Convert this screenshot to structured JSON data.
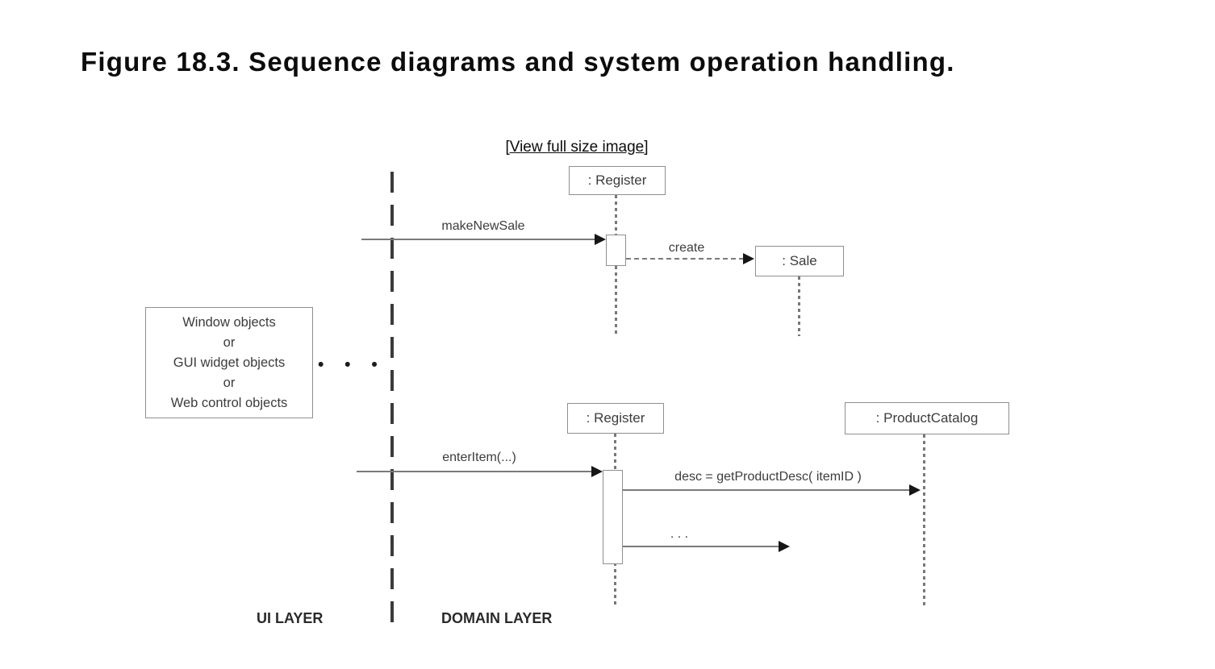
{
  "figure": {
    "title": "Figure 18.3. Sequence diagrams and system operation handling.",
    "view_link": "[View full size image]"
  },
  "diagram": {
    "ui_box_lines": [
      "Window objects",
      "or",
      "GUI widget objects",
      "or",
      "Web control objects"
    ],
    "ellipsis": "• • •",
    "top_sequence": {
      "register_label": ": Register",
      "sale_label": ": Sale",
      "make_new_sale_label": "makeNewSale",
      "create_label": "create"
    },
    "bottom_sequence": {
      "register_label": ": Register",
      "product_catalog_label": ": ProductCatalog",
      "enter_item_label": "enterItem(...)",
      "get_product_desc_label": "desc = getProductDesc( itemID )",
      "more_messages_label": ". . ."
    },
    "layer_labels": {
      "ui": "UI LAYER",
      "domain": "DOMAIN LAYER"
    },
    "colors": {
      "line": "#7a7a7a",
      "separator": "#3a3a3a",
      "text": "#3c3c3c",
      "arrowhead": "#161616"
    }
  }
}
